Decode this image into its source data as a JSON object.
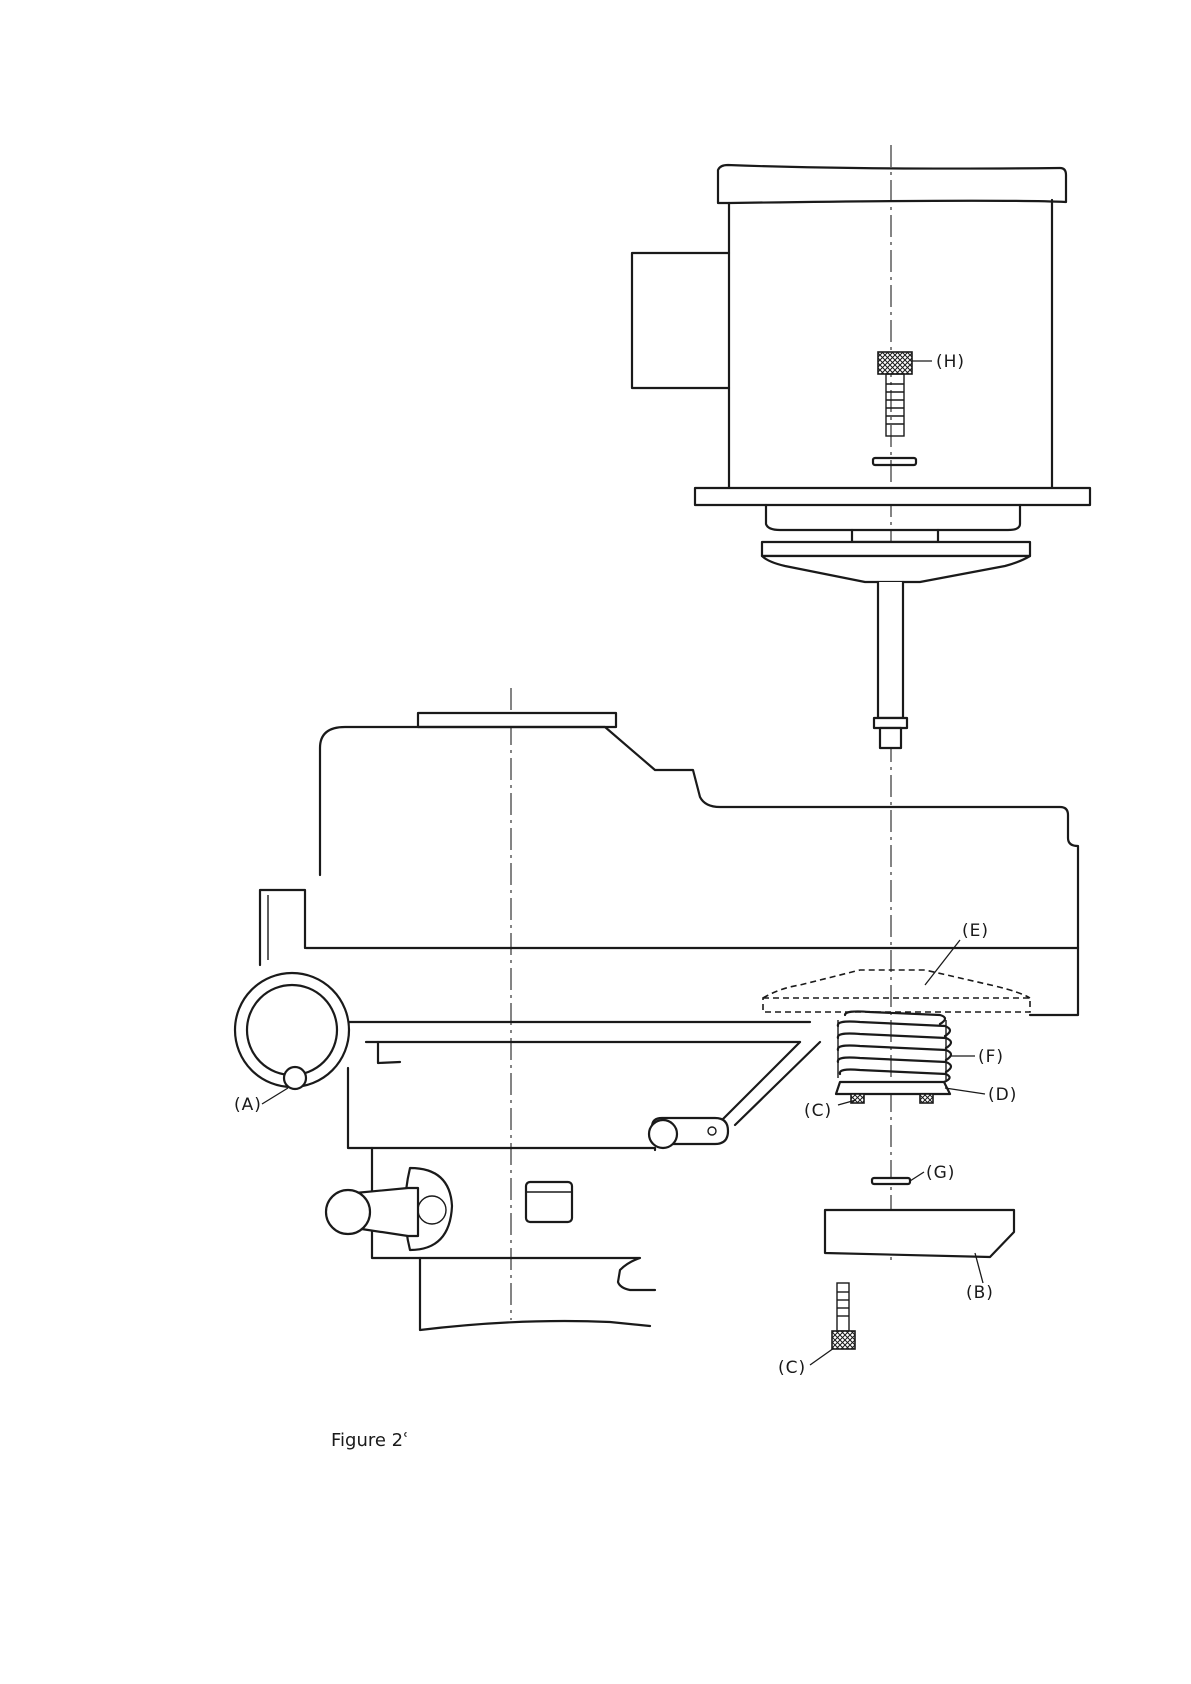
{
  "labels": {
    "A": "(A)",
    "B": "(B)",
    "C_upper": "(C)",
    "C_lower": "(C)",
    "D": "(D)",
    "E": "(E)",
    "F": "(F)",
    "G": "(G)",
    "H": "(H)"
  },
  "caption": "Figure 2ʿ"
}
